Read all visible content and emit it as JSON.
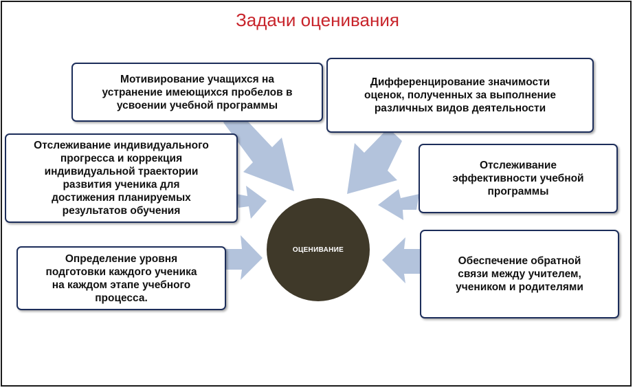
{
  "title": "Задачи оценивания",
  "center_label": "ОЦЕНИВАНИЕ",
  "boxes": [
    "Мотивирование   учащихся на\nустранение имеющихся пробелов в\nусвоении учебной программы",
    "Дифференцирование  значимости\nоценок, полученных за выполнение\nразличных видов деятельности",
    "Отслеживание индивидуального\nпрогресса и коррекция\nиндивидуальной  траектории\nразвития ученика для\nдостижения планируемых\nрезультатов обучения",
    "Отслеживание\nэффективности учебной\nпрограммы",
    "Определение уровня\nподготовки каждого ученика\nна каждом этапе учебного\nпроцесса.",
    "Обеспечение обратной\nсвязи между учителем,\nучеником и родителями"
  ],
  "colors": {
    "title": "#c8242b",
    "box_border": "#1c2d5a",
    "arrow": "#b3c3dc",
    "center_fill": "#3f3929"
  }
}
